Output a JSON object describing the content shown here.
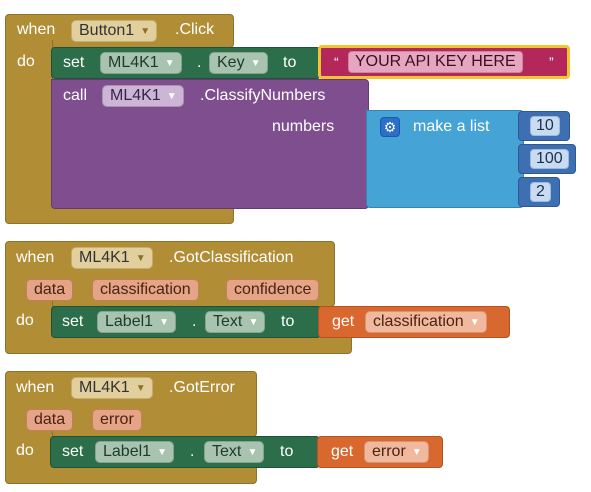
{
  "block1": {
    "when": "when",
    "do": ".Click",
    "component": "Button1",
    "do_label": "do",
    "set": {
      "set": "set",
      "component": "ML4K1",
      "dot": ".",
      "property": "Key",
      "to": "to",
      "open_quote": "“",
      "value": "YOUR API KEY HERE",
      "close_quote": "”"
    },
    "call": {
      "call": "call",
      "component": "ML4K1",
      "method": ".ClassifyNumbers",
      "arg_name": "numbers",
      "list_label": "make a list",
      "items": [
        "10",
        "100",
        "2"
      ]
    }
  },
  "block2": {
    "when": "when",
    "component": "ML4K1",
    "event": ".GotClassification",
    "params": [
      "data",
      "classification",
      "confidence"
    ],
    "do_label": "do",
    "set": {
      "set": "set",
      "component": "Label1",
      "dot": ".",
      "property": "Text",
      "to": "to",
      "get": "get",
      "get_var": "classification"
    }
  },
  "block3": {
    "when": "when",
    "component": "ML4K1",
    "event": ".GotError",
    "params": [
      "data",
      "error"
    ],
    "do_label": "do",
    "set": {
      "set": "set",
      "component": "Label1",
      "dot": ".",
      "property": "Text",
      "to": "to",
      "get": "get",
      "get_var": "error"
    }
  },
  "colors": {
    "event": "#b18e35",
    "set": "#2c6e4a",
    "call": "#7f4e8f",
    "list": "#46a3d6",
    "number": "#3e6fb3",
    "get": "#d9682f",
    "text": "#b3275a"
  },
  "icons": {
    "dropdown": "triangle-down",
    "mutator": "gear-icon"
  }
}
